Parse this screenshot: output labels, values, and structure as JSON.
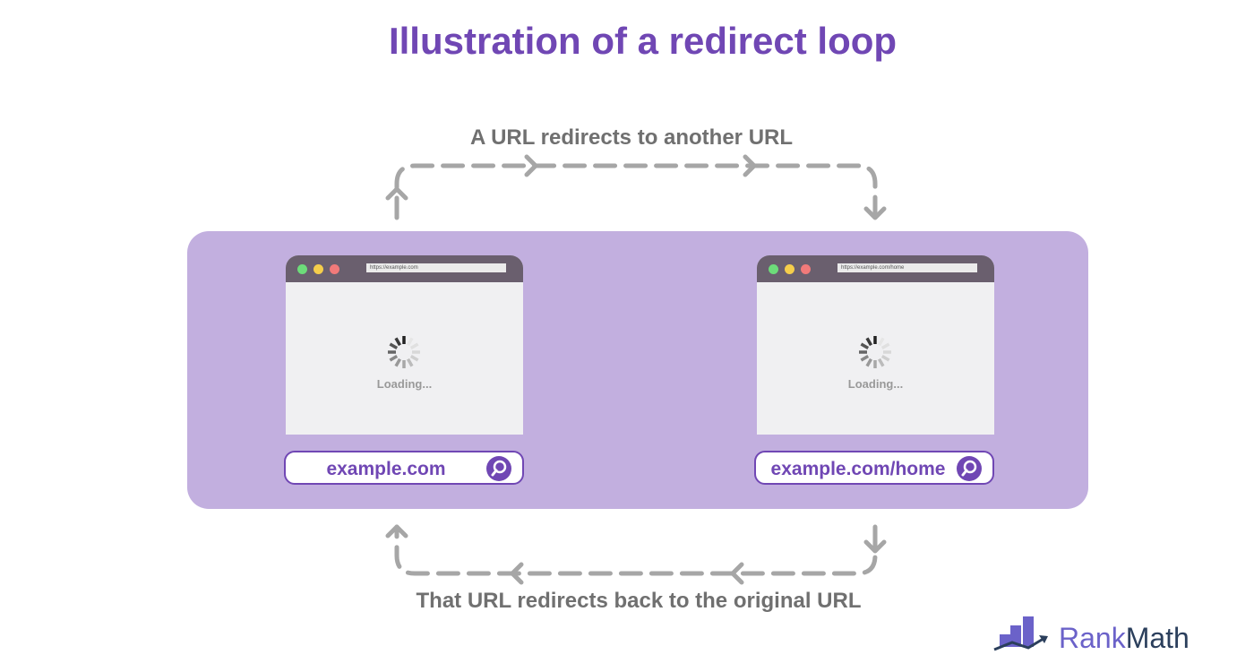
{
  "title": "Illustration of a redirect loop",
  "top_caption": "A URL redirects to another URL",
  "bottom_caption": "That URL redirects back to the original URL",
  "left": {
    "address_bar": "https://example.com",
    "loading": "Loading...",
    "search_text": "example.com"
  },
  "right": {
    "address_bar": "https://example.com/home",
    "loading": "Loading...",
    "search_text": "example.com/home"
  },
  "logo": {
    "part1": "Rank",
    "part2": "Math"
  },
  "colors": {
    "accent": "#7047b4",
    "panel": "#c2afdf",
    "arrow": "#a6a6a6"
  }
}
